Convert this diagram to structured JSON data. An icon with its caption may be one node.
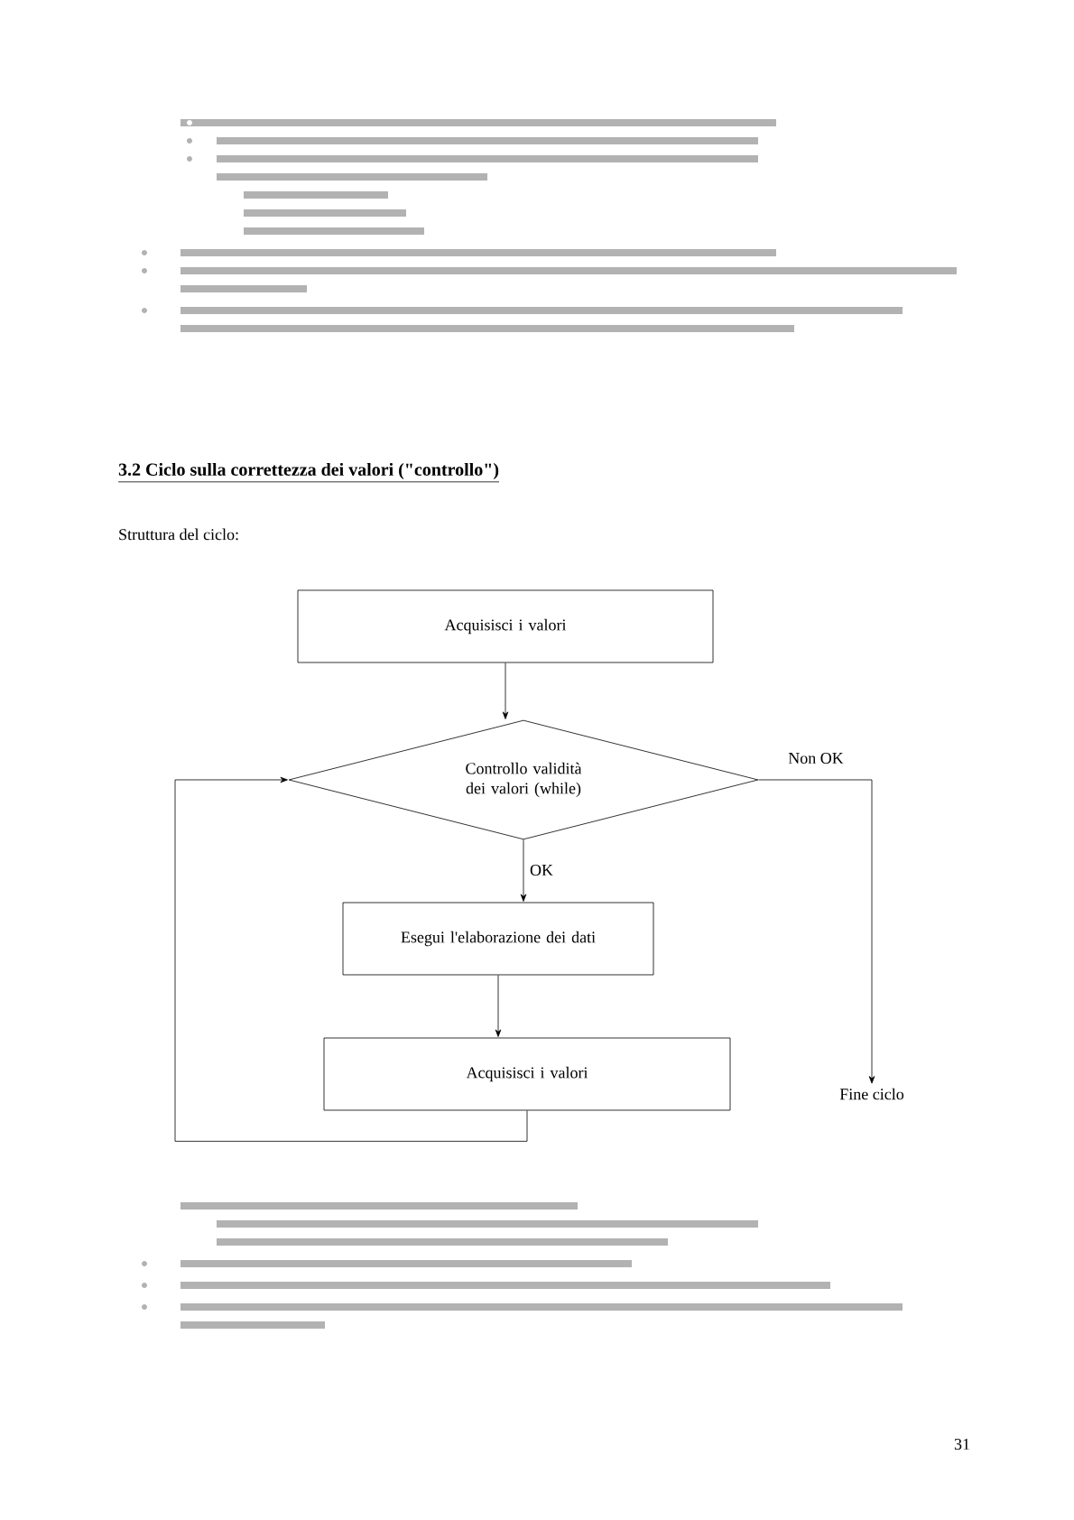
{
  "diagram": {
    "title": "3.2 Ciclo sulla correttezza dei valori (\"controllo\")",
    "nodes": [
      {
        "text": [
          "Acquisisci i valori"
        ]
      },
      {
        "text": [
          "Controllo validità dei valori (while)"
        ]
      },
      {
        "text": [
          "Esegui l'elaborazione dei dati"
        ]
      },
      {
        "text": [
          "Acquisisci i valori"
        ]
      },
      {
        "text": [
          "Fine ciclo"
        ]
      }
    ],
    "edges": [
      {
        "from": 0,
        "to": 1,
        "arrow": "to"
      },
      {
        "from": 1,
        "to": 2,
        "arrow": "to",
        "label": "OK"
      },
      {
        "from": 2,
        "to": 3,
        "arrow": "to"
      },
      {
        "from": 3,
        "to": 1,
        "arrow": "to"
      },
      {
        "from": 1,
        "to": 4,
        "arrow": "to",
        "label": "Non OK"
      }
    ],
    "labels": [
      "Struttura del ciclo:",
      "31"
    ]
  }
}
